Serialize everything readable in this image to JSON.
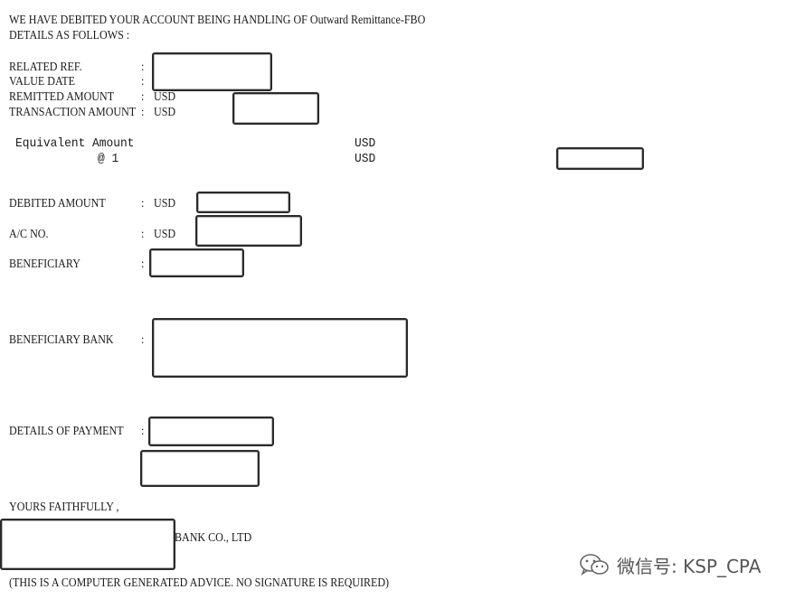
{
  "header": {
    "line1": "WE HAVE DEBITED YOUR ACCOUNT BEING HANDLING OF Outward Remittance-FBO",
    "line2": "DETAILS AS FOLLOWS :"
  },
  "fields": {
    "related_ref_label": "RELATED REF.",
    "value_date_label": "VALUE DATE",
    "remitted_amount_label": "REMITTED AMOUNT",
    "transaction_amount_label": "TRANSACTION AMOUNT",
    "colon": ":",
    "currency": "USD"
  },
  "equivalent": {
    "label": "Equivalent Amount",
    "rate": "@ 1",
    "currency": "USD"
  },
  "debit": {
    "debited_amount_label": "DEBITED AMOUNT",
    "ac_no_label": "A/C NO.",
    "beneficiary_label": "BENEFICIARY",
    "beneficiary_bank_label": "BENEFICIARY BANK",
    "details_of_payment_label": "DETAILS OF PAYMENT",
    "currency": "USD"
  },
  "closing": {
    "yours_faithfully": "YOURS FAITHFULLY ,",
    "bank_suffix": "BANK CO., LTD",
    "footer_note": "(THIS IS A COMPUTER GENERATED ADVICE. NO SIGNATURE IS REQUIRED)"
  },
  "watermark": {
    "text": "微信号: KSP_CPA",
    "icon": "wechat-icon"
  }
}
